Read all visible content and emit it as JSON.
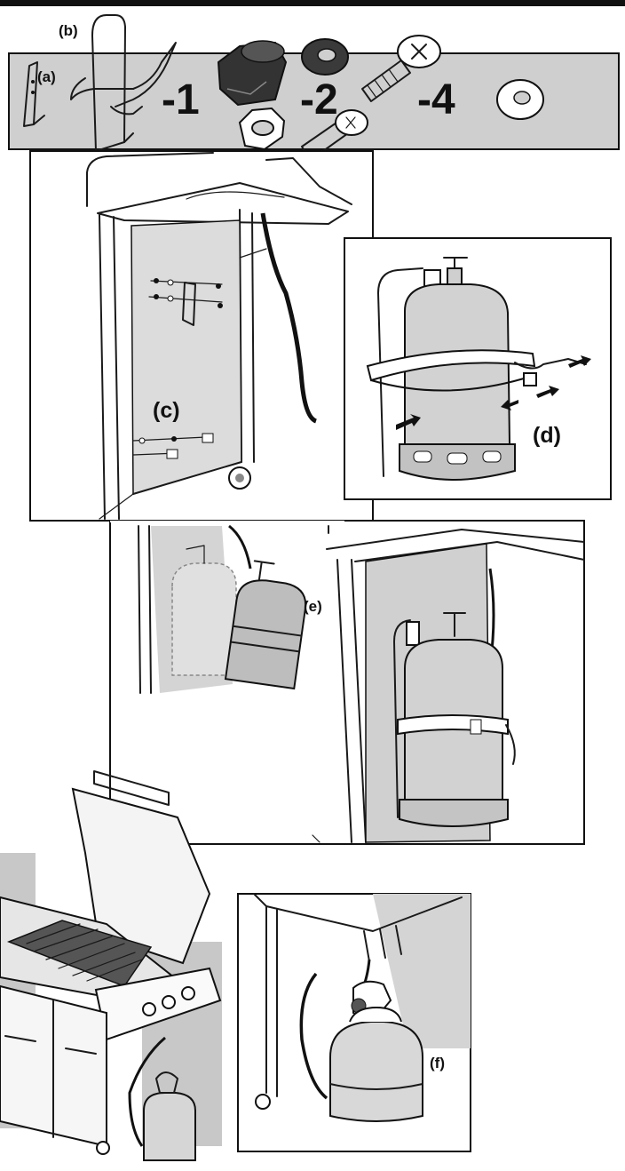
{
  "parts_bar": {
    "label_a": "(a)",
    "label_b": "(b)",
    "qty_1": "-1",
    "qty_2": "-2",
    "qty_4": "-4"
  },
  "steps": {
    "c": "(c)",
    "d": "(d)",
    "e": "(e)",
    "f": "(f)"
  }
}
